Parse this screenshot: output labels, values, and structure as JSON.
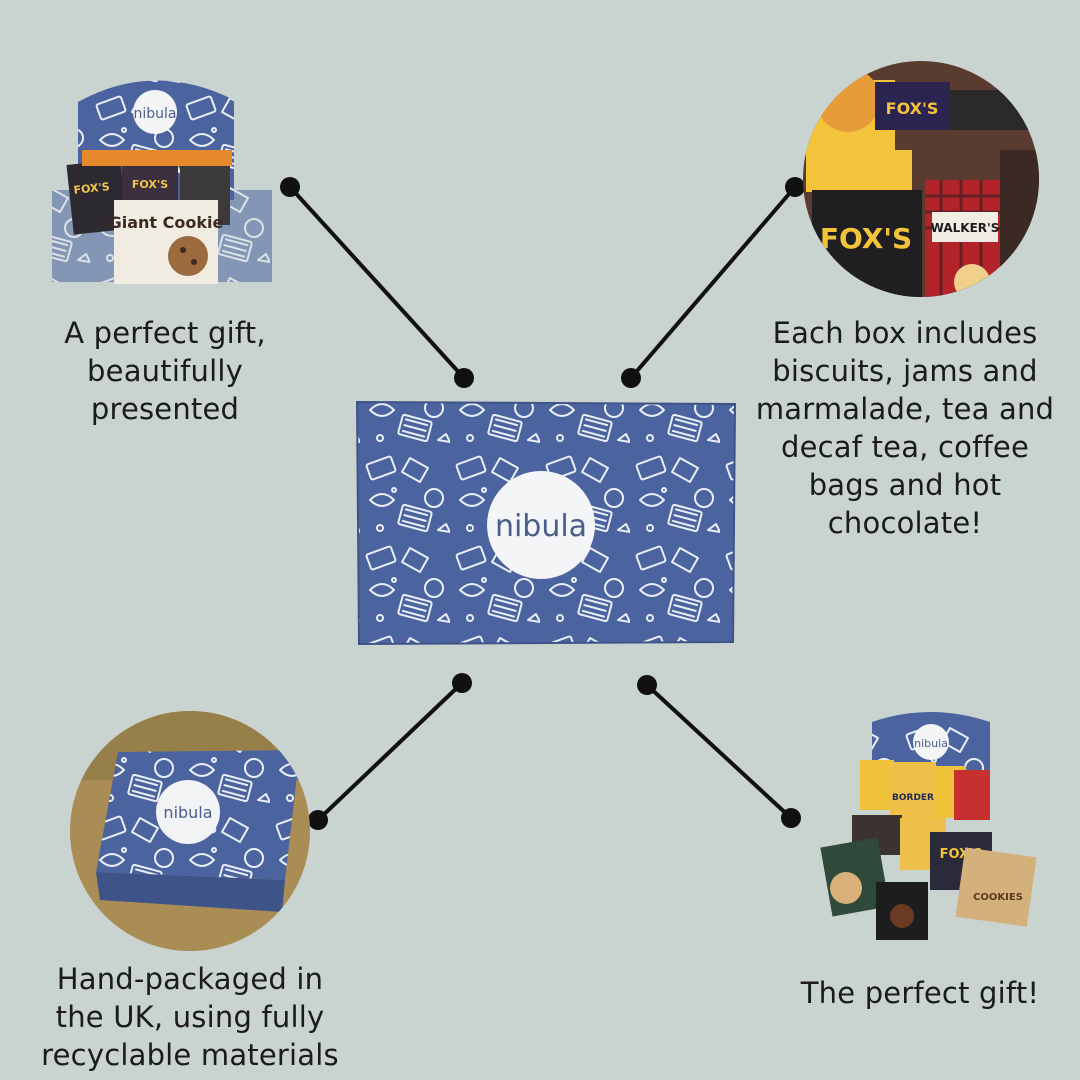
{
  "brand": {
    "logo_text": "nibula"
  },
  "captions": {
    "top_left": [
      "A perfect gift,",
      "beautifully",
      "presented"
    ],
    "top_right": [
      "Each box includes",
      "biscuits, jams and",
      "marmalade, tea and",
      "decaf tea, coffee",
      "bags and hot",
      "chocolate!"
    ],
    "bottom_left": [
      "Hand-packaged in",
      "the UK, using fully",
      "recyclable materials"
    ],
    "bottom_right": [
      "The perfect gift!"
    ]
  },
  "product_labels": {
    "foxs": "FOX'S",
    "walkers": "WALKER'S",
    "giant_cookie": "Giant Cookie",
    "border": "BORDER",
    "cookies": "COOKIES"
  },
  "colors": {
    "background": "#c9d3cf",
    "box_blue": "#4b64a0",
    "pattern": "#e9eef7",
    "connector": "#111111"
  }
}
